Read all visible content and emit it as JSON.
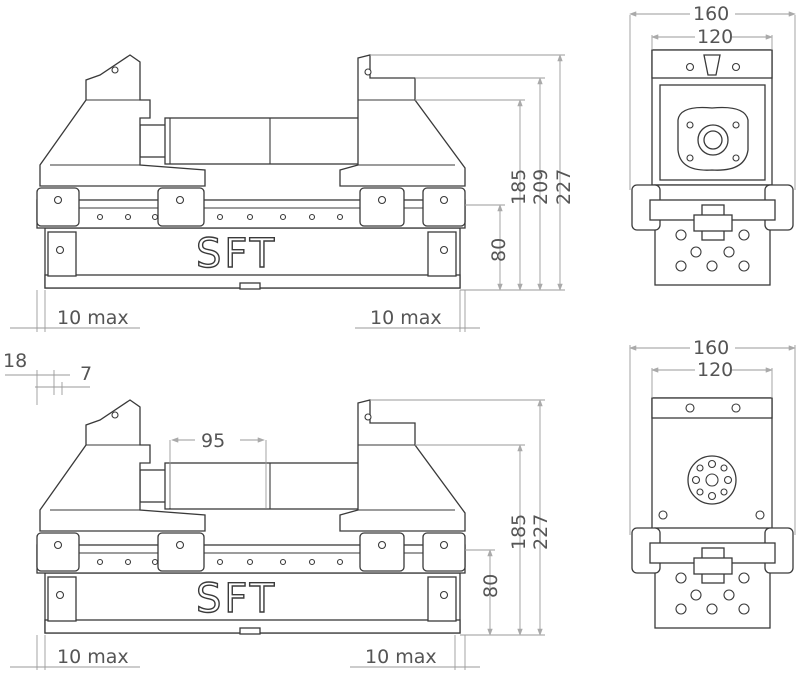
{
  "front_view_top": {
    "logo": "SFT",
    "dims": {
      "h_185": "185",
      "h_209": "209",
      "h_227": "227",
      "h_80": "80",
      "left_max": "10 max",
      "right_max": "10 max"
    }
  },
  "front_view_bottom": {
    "logo": "SFT",
    "dims": {
      "w_18": "18",
      "w_7": "7",
      "w_95": "95",
      "h_185": "185",
      "h_227": "227",
      "h_80": "80",
      "left_max": "10 max",
      "right_max": "10 max"
    }
  },
  "side_view_top": {
    "dims": {
      "w_160": "160",
      "w_120": "120"
    }
  },
  "side_view_bottom": {
    "dims": {
      "w_160": "160",
      "w_120": "120"
    }
  }
}
